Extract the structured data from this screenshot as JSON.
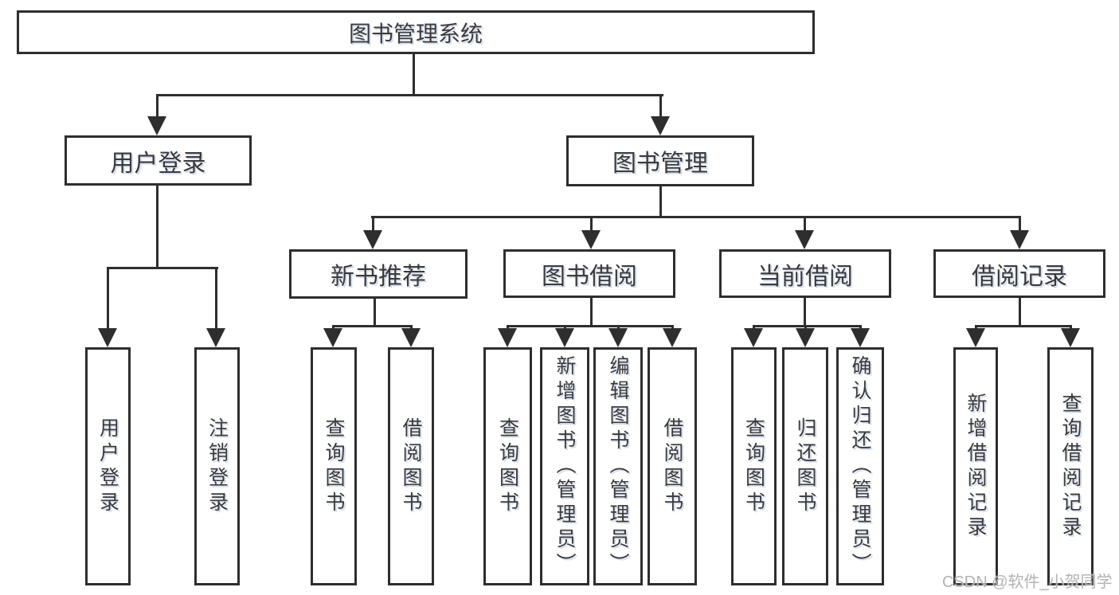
{
  "colors": {
    "line": "#2e2e2e",
    "text": "#3a3a3a",
    "watermark": "#b3b3b3",
    "background": "#ffffff"
  },
  "watermark": "CSDN @软件_小贺同学",
  "nodes": {
    "root": "图书管理系统",
    "user_login": "用户登录",
    "book_mgmt": "图书管理",
    "login": "用户登录",
    "logout": "注销登录",
    "new_book_rec": "新书推荐",
    "book_borrow": "图书借阅",
    "current_borrow": "当前借阅",
    "borrow_records": "借阅记录",
    "rec_query": "查询图书",
    "rec_borrow": "借阅图书",
    "bb_query": "查询图书",
    "bb_add": "新增图书（管理员）",
    "bb_edit": "编辑图书（管理员）",
    "bb_borrow": "借阅图书",
    "cb_query": "查询图书",
    "cb_return": "归还图书",
    "cb_confirm": "确认归还（管理员）",
    "br_add": "新增借阅记录",
    "br_query": "查询借阅记录"
  }
}
